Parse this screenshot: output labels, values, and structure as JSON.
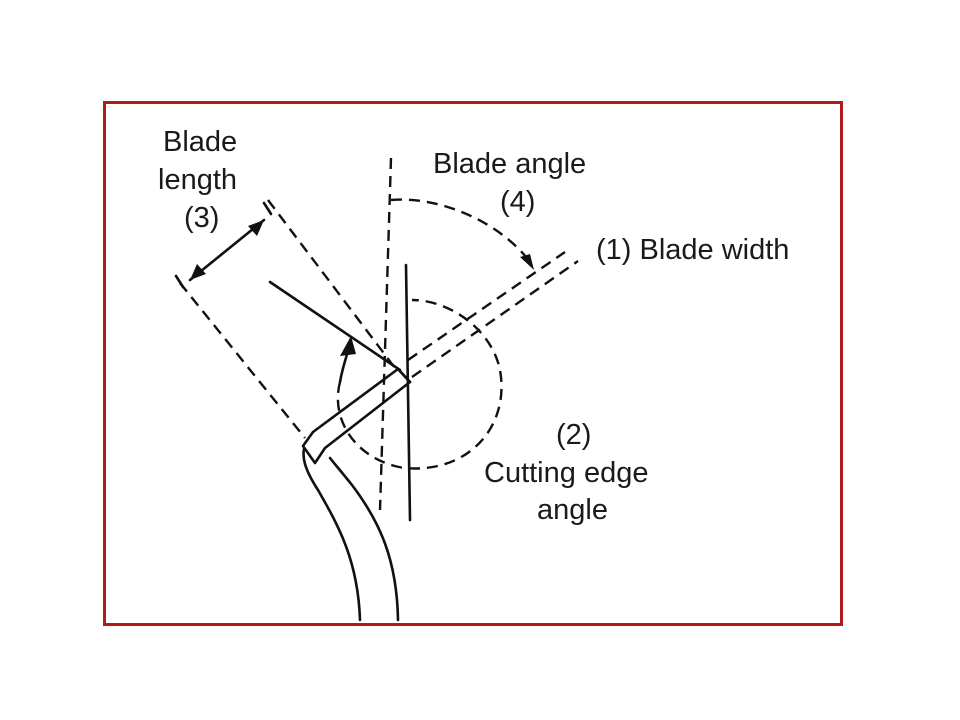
{
  "diagram": {
    "labels": {
      "blade_length_line1": "Blade",
      "blade_length_line2": "length",
      "blade_length_line3": "(3)",
      "blade_angle_line1": "Blade angle",
      "blade_angle_line2": "(4)",
      "blade_width": "(1) Blade width",
      "cutting_edge_line1": "(2)",
      "cutting_edge_line2": "Cutting edge",
      "cutting_edge_line3": "angle"
    },
    "colors": {
      "frame_border": "#b31b1b",
      "ink": "#111111"
    }
  }
}
